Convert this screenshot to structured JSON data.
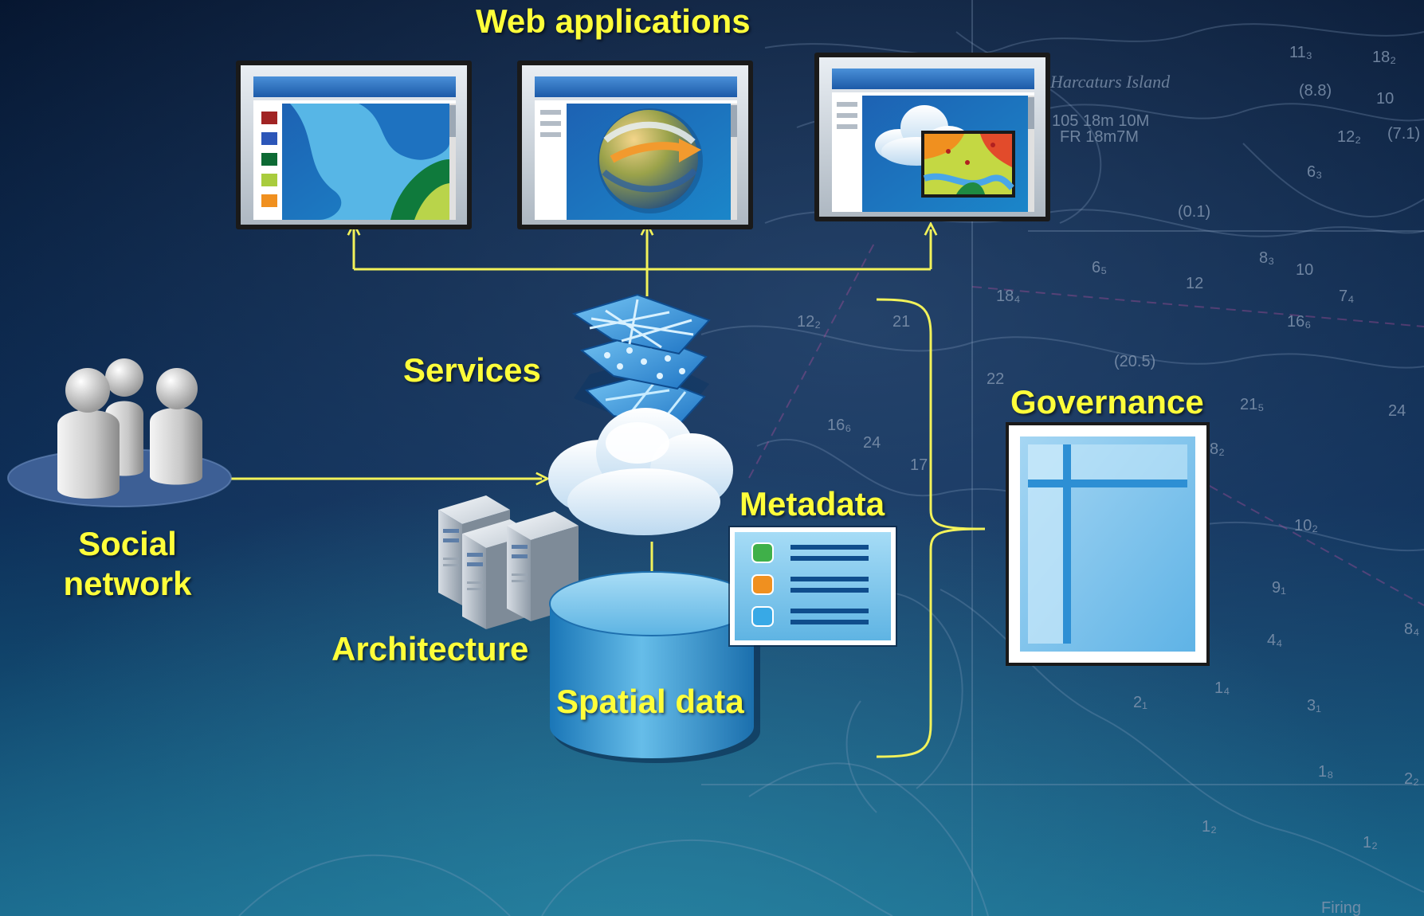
{
  "labels": {
    "web_applications": "Web applications",
    "services": "Services",
    "social_network": "Social network",
    "architecture": "Architecture",
    "metadata": "Metadata",
    "spatial_data": "Spatial data",
    "governance": "Governance"
  },
  "background_chart": {
    "island_name": "Harcaturs Island",
    "depth_soundings": [
      "11₃",
      "18₂",
      "(8.8)",
      "10",
      "12₂",
      "(7.1)",
      "6₃",
      "10",
      "7₄",
      "16₆",
      "12",
      "(0.1)",
      "8₃",
      "6₅",
      "12₂",
      "21",
      "22",
      "16₆",
      "24",
      "17",
      "(20.5)",
      "21₅",
      "24",
      "8₂",
      "10₂",
      "9₁",
      "8₄",
      "4₄",
      "3₁",
      "2₁",
      "1₄",
      "1₈",
      "2₂",
      "1₂",
      "1₂",
      "18₄"
    ],
    "annotations": [
      "105 18m 10M",
      "FR 18m7M",
      "Firing"
    ]
  },
  "colors": {
    "label_yellow": "#ffff3a",
    "connector_yellow": "#f2f25a",
    "background_dark": "#061630",
    "background_light": "#1a6a8e"
  },
  "icons": {
    "app1": "map-window-icon",
    "app2": "globe-window-icon",
    "app3": "cloud-map-window-icon",
    "services": "stacked-map-layers-icon",
    "cloud": "cloud-icon",
    "users": "user-group-icon",
    "servers": "server-rack-icon",
    "database": "database-cylinder-icon",
    "metadata": "metadata-list-icon",
    "governance": "governance-document-icon"
  }
}
